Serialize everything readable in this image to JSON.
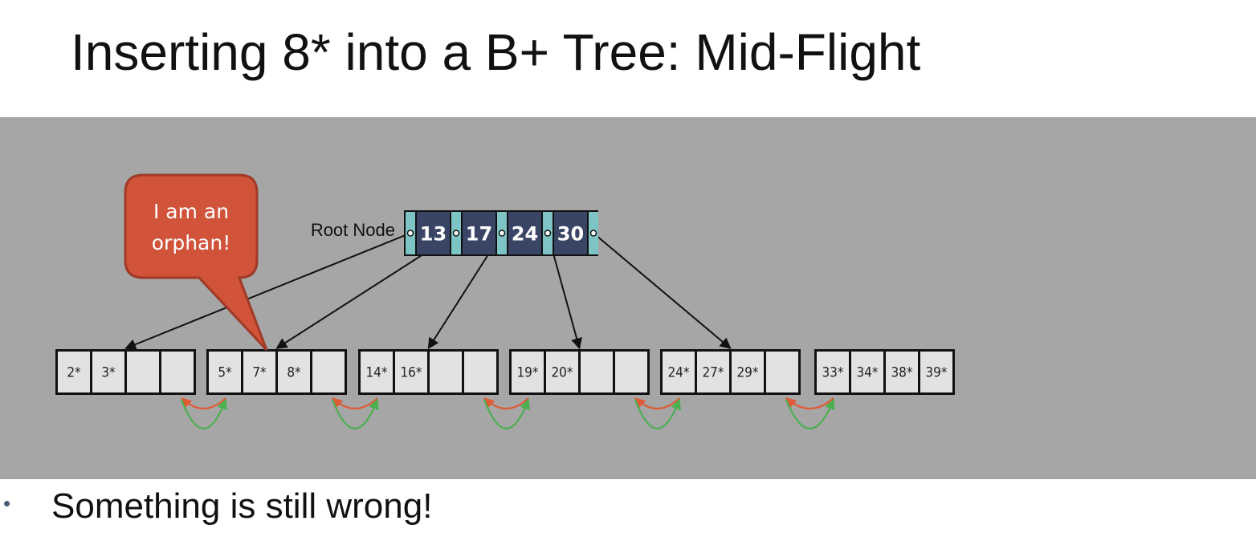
{
  "slide": {
    "title": "Inserting 8* into a B+ Tree: Mid-Flight",
    "bullet": "Something is still wrong!"
  },
  "callout": {
    "text_lines": [
      "I am an",
      "orphan!"
    ],
    "fill_color": "#d0533a",
    "stroke_color": "#a03a28"
  },
  "root": {
    "label": "Root Node",
    "keys": [
      "13",
      "17",
      "24",
      "30"
    ],
    "key_color": "#3a4566",
    "pointer_color": "#7ec4c4"
  },
  "leaves": [
    {
      "entries": [
        "2*",
        "3*",
        "",
        ""
      ]
    },
    {
      "entries": [
        "5*",
        "7*",
        "8*",
        ""
      ]
    },
    {
      "entries": [
        "14*",
        "16*",
        "",
        ""
      ]
    },
    {
      "entries": [
        "19*",
        "20*",
        "",
        ""
      ]
    },
    {
      "entries": [
        "24*",
        "27*",
        "29*",
        ""
      ]
    },
    {
      "entries": [
        "33*",
        "34*",
        "38*",
        "39*"
      ]
    }
  ],
  "colors": {
    "panel_background": "#a6a6a6",
    "leaf_cell_fill": "#e2e2e2",
    "sibling_forward_arrow": "#4caf50",
    "sibling_backward_arrow": "#e05a35"
  }
}
